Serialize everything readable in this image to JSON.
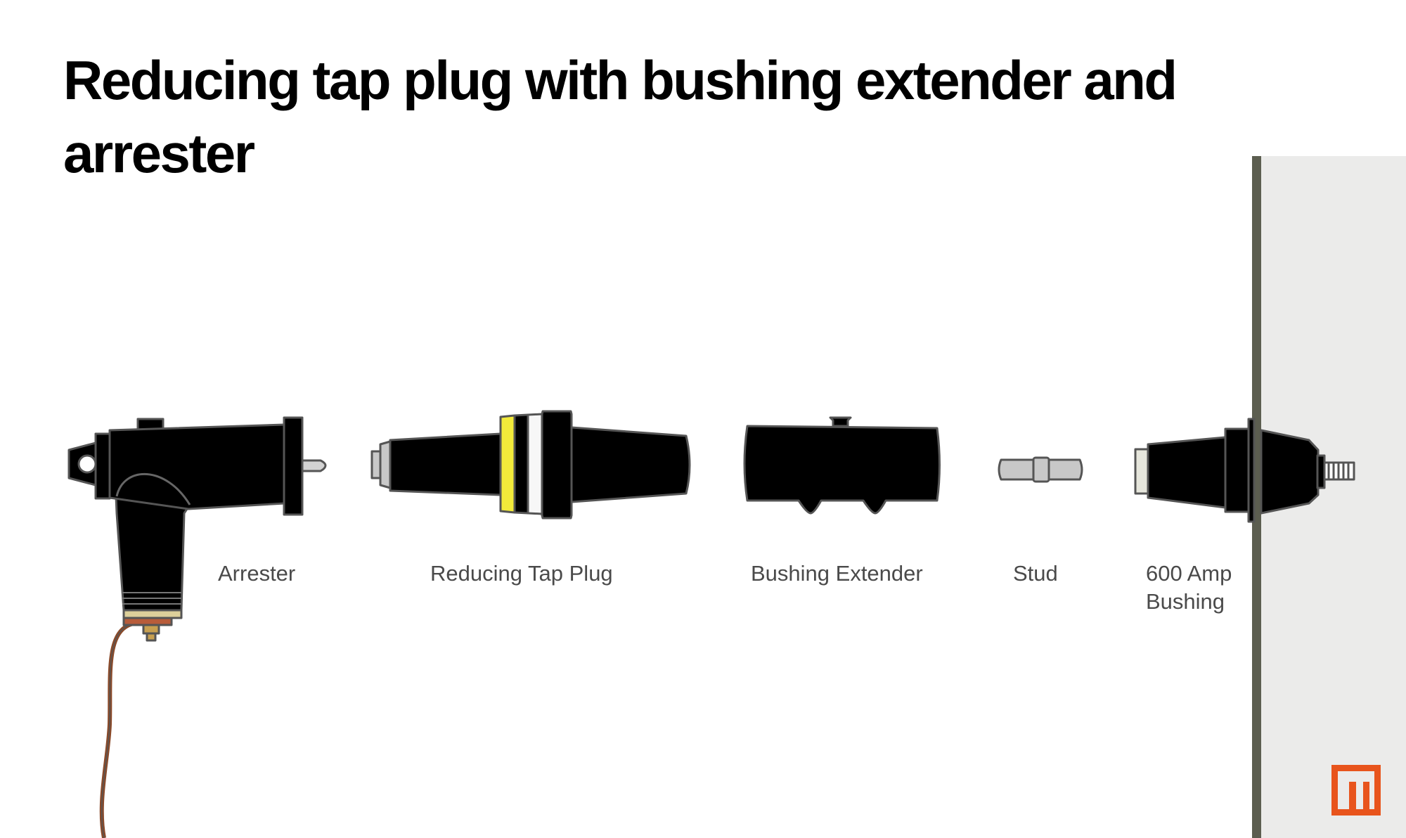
{
  "title": "Reducing tap plug with bushing extender and arrester",
  "components": {
    "arrester": "Arrester",
    "reducing_tap_plug": "Reducing Tap Plug",
    "bushing_extender": "Bushing Extender",
    "stud": "Stud",
    "bushing_line1": "600 Amp",
    "bushing_line2": "Bushing"
  },
  "logo_icon": "m-logo-icon",
  "colors": {
    "body": "#000000",
    "outline": "#555555",
    "metal": "#c8c8c8",
    "yellow_band": "#f2ea3a",
    "white_band": "#f7f7f7",
    "ground_wire": "#8a4a2a",
    "logo": "#e8541c",
    "wall": "#5c5e50",
    "panel": "#ebebea"
  }
}
